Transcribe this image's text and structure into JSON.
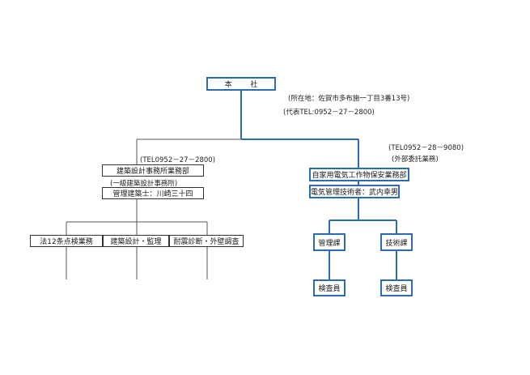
{
  "colors": {
    "accent": "#2b6cb0",
    "line": "#555555",
    "text": "#1a1a1a"
  },
  "head_office": {
    "label": "本 社",
    "address": "(所在地：佐賀市多布施一丁目3番13号)",
    "tel": "(代表TEL:0952－27－2800)"
  },
  "architecture_dept": {
    "tel": "(TEL0952－27－2800)",
    "name": "建築設計事務所業務部",
    "registration": "(一級建築設計事務所)",
    "architect": "管理建築士：川崎三十四",
    "units": [
      {
        "label": "法12条点検業務"
      },
      {
        "label": "建築設計・監理"
      },
      {
        "label": "耐震診断・外壁調査"
      }
    ]
  },
  "electrical_dept": {
    "tel": "(TEL0952－28－9080)",
    "note": "(外部委託業務)",
    "name": "自家用電気工作物保安業務部",
    "engineer": "電気管理技術者：武内幸男",
    "sections": [
      {
        "label": "管理課",
        "sub": "検査員"
      },
      {
        "label": "技術課",
        "sub": "検査員"
      }
    ]
  }
}
